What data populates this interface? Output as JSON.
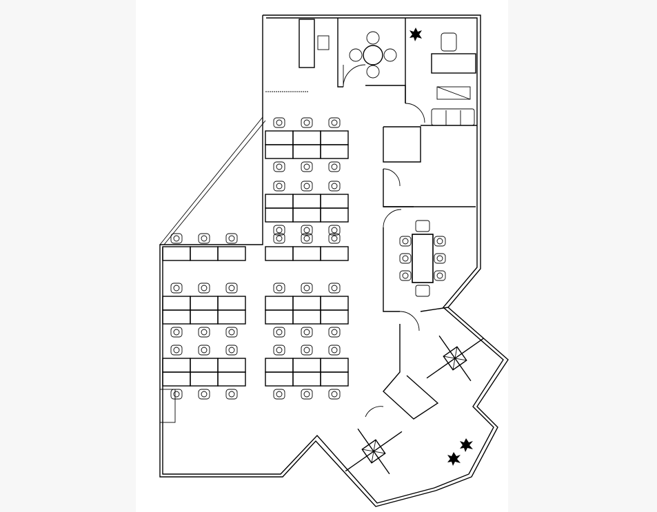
{
  "plan": {
    "line_color": "#000000",
    "paper_color": "#ffffff",
    "background_color": "#f7f7f7",
    "workstation_clusters": 8,
    "conference_seats": 8,
    "meeting_table_seats": 4
  }
}
